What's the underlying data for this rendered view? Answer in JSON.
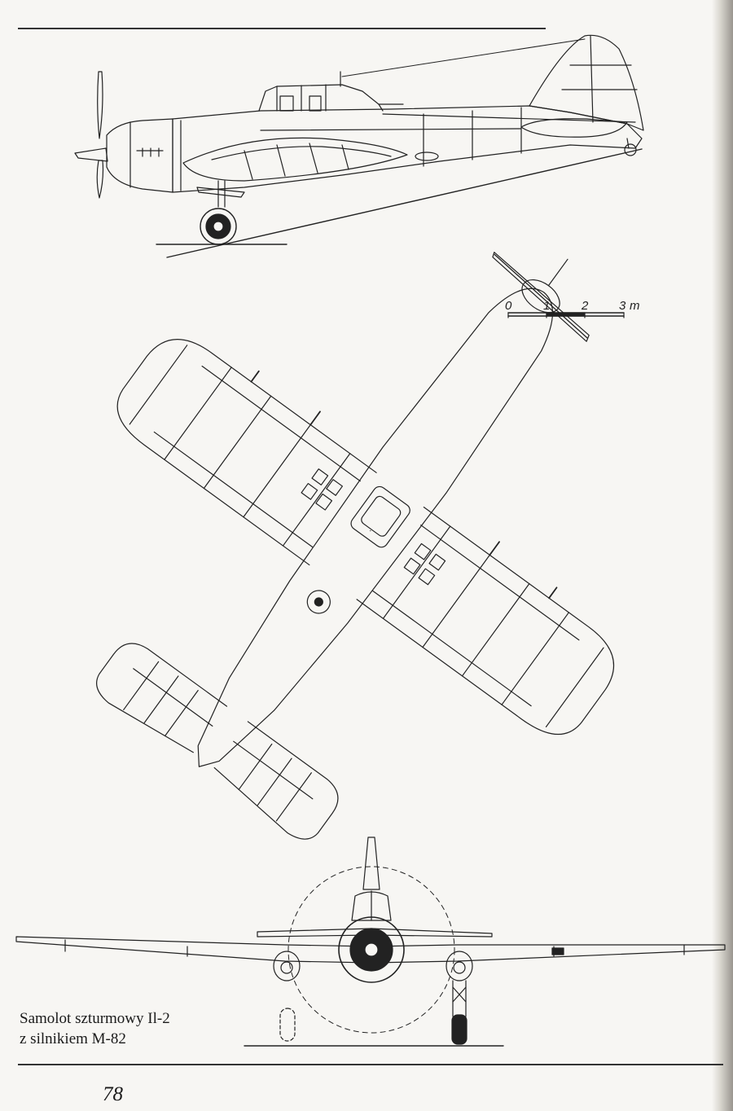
{
  "caption": {
    "line1": "Samolot szturmowy Il-2",
    "line2": "z silnikiem M-82"
  },
  "scale_bar": {
    "ticks": [
      "0",
      "1",
      "2",
      "3"
    ],
    "unit": "m"
  },
  "page_number": "78"
}
